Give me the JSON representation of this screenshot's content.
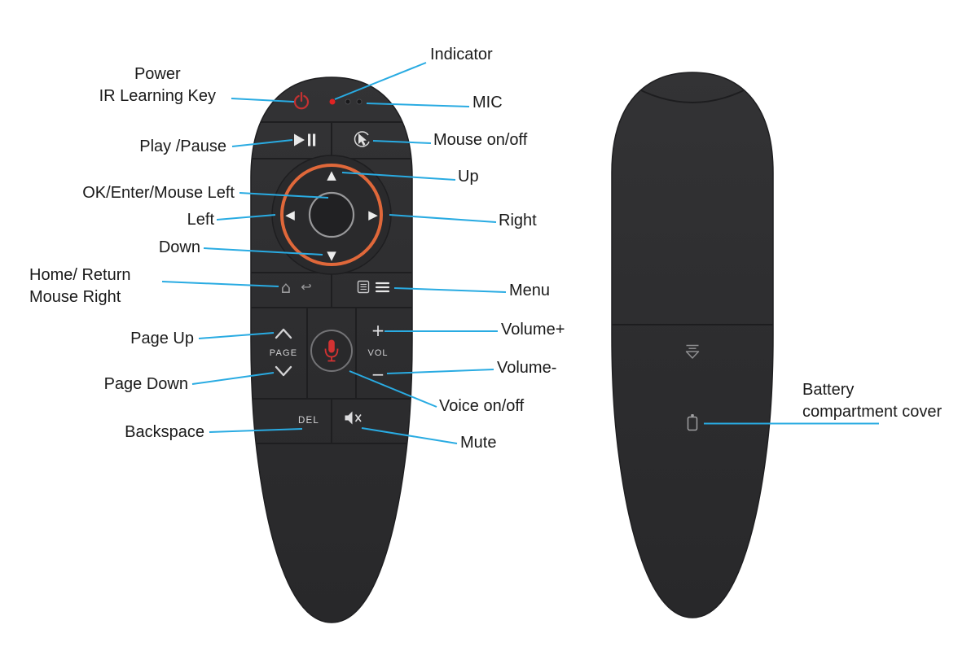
{
  "colors": {
    "callout_line": "#29ABE2",
    "label_text": "#1a1a1a",
    "remote_body": "#2e2e30",
    "dpad_ring": "#E0683A",
    "power_icon": "#C43131",
    "indicator_led": "#E02323",
    "voice_mic_icon": "#D23232",
    "button_glyph": "#DCDCDE"
  },
  "front_remote": {
    "buttons": {
      "page_label": "PAGE",
      "vol_label": "VOL",
      "del_label": "DEL"
    }
  },
  "icons": {
    "arrow_up": "▲",
    "arrow_down": "▼",
    "arrow_left": "◀",
    "arrow_right": "▶",
    "home": "⌂",
    "return_arrow": "↩",
    "plus": "+",
    "minus": "−",
    "power": "svg-power-symbol",
    "mouse_toggle": "svg-cursor-with-arc",
    "menu_list": "svg-lined-box",
    "menu_hamburger": "svg-three-lines",
    "voice_mic": "svg-microphone",
    "mute": "svg-speaker-x",
    "indicator_led": "red-dot",
    "mic_holes": "two-dots",
    "cover_open": "svg-open-triangle",
    "battery": "svg-battery-outline"
  },
  "callouts": {
    "left": [
      {
        "id": "power",
        "text": "Power\nIR Learning Key"
      },
      {
        "id": "play",
        "text": "Play /Pause"
      },
      {
        "id": "ok",
        "text": "OK/Enter/Mouse Left"
      },
      {
        "id": "left",
        "text": "Left"
      },
      {
        "id": "down",
        "text": "Down"
      },
      {
        "id": "home",
        "text": "Home/ Return\nMouse Right"
      },
      {
        "id": "page-up",
        "text": "Page Up"
      },
      {
        "id": "page-down",
        "text": "Page Down"
      },
      {
        "id": "backspace",
        "text": "Backspace"
      }
    ],
    "right": [
      {
        "id": "indicator",
        "text": "Indicator"
      },
      {
        "id": "mic",
        "text": "MIC"
      },
      {
        "id": "mouse-onoff",
        "text": "Mouse on/off"
      },
      {
        "id": "up",
        "text": "Up"
      },
      {
        "id": "right",
        "text": "Right"
      },
      {
        "id": "menu",
        "text": "Menu"
      },
      {
        "id": "volume-plus",
        "text": "Volume+"
      },
      {
        "id": "volume-minus",
        "text": "Volume-"
      },
      {
        "id": "voice-onoff",
        "text": "Voice on/off"
      },
      {
        "id": "mute",
        "text": "Mute"
      }
    ],
    "back": [
      {
        "id": "battery",
        "text": "Battery\ncompartment cover"
      }
    ]
  }
}
